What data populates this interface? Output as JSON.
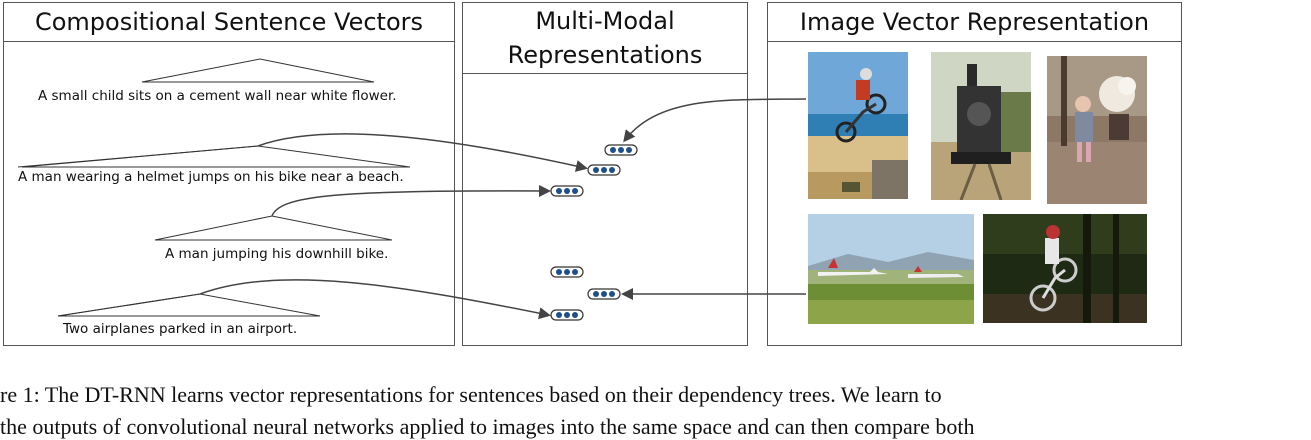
{
  "panels": {
    "left_title": "Compositional Sentence Vectors",
    "middle_title_line1": "Multi-Modal",
    "middle_title_line2": "Representations",
    "right_title": "Image Vector Representation"
  },
  "sentences": [
    "A small child sits on a cement wall near white flower.",
    "A man wearing a helmet jumps on his bike near a beach.",
    "A man jumping his downhill bike.",
    "Two airplanes parked in an airport."
  ],
  "images": [
    "beach-bike-jump-photo",
    "steam-train-photo",
    "child-flowers-photo",
    "airplanes-airport-photo",
    "downhill-bike-photo"
  ],
  "caption_lines": [
    "re 1:  The DT-RNN learns vector representations for sentences based on their dependency trees.  We learn to",
    "the outputs of convolutional neural networks applied to images into the same space and can then compare both"
  ]
}
